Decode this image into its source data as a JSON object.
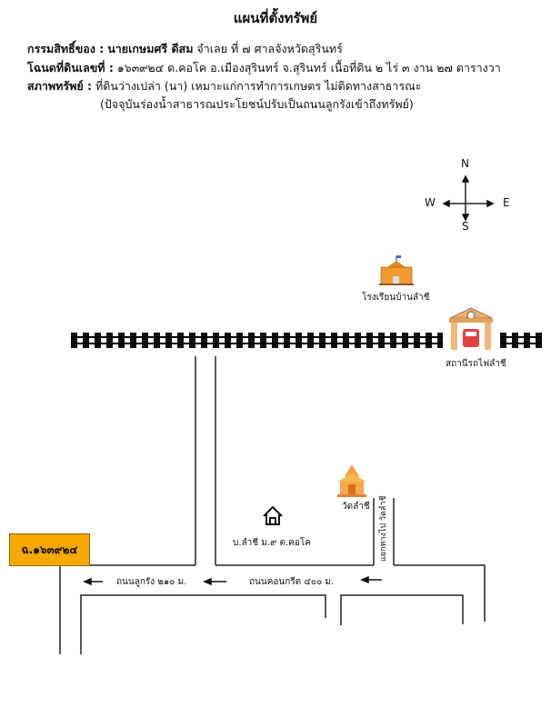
{
  "title": "แผนที่ตั้งทรัพย์",
  "owner": {
    "label": "กรรมสิทธิ์ของ :",
    "name": "นายเกษมศรี ดีสม",
    "detail": "จำเลย ที่ ๗ ศาลจังหวัดสุรินทร์"
  },
  "deed": {
    "label": "โฉนดที่ดินเลขที่ :",
    "value": "๑๖๓๙๒๔ ต.คอโค อ.เมืองสุรินทร์ จ.สุรินทร์ เนื้อที่ดิน ๒ ไร่  ๓ งาน ๒๗ ตารางวา"
  },
  "condition": {
    "label": "สภาพทรัพย์  :",
    "value": "ที่ดินว่างเปล่า (นา) เหมาะแก่การทำการเกษตร ไม่ติดทางสาธารณะ",
    "note": "(ปัจจุบันร่องน้ำสาธารณประโยชน์ปรับเป็นถนนลูกรังเข้าถึงทรัพย์)"
  },
  "compass": {
    "n": "N",
    "s": "S",
    "e": "E",
    "w": "W"
  },
  "map": {
    "school": "โรงเรียนบ้านลำชี",
    "station": "สถานีรถไฟลำชี",
    "temple": "วัดลำชี",
    "village": "บ.ลำชี   ม.๙   ต.คอโค",
    "junction": "แยกทางไป วัดลำชี",
    "parcel": "ฉ.๑๖๓๙๒๔",
    "road_dirt": "ถนนลูกรัง ๒๑๐ ม.",
    "road_concrete": "ถนนคอนกรีต  ๔๐๐ ม."
  }
}
